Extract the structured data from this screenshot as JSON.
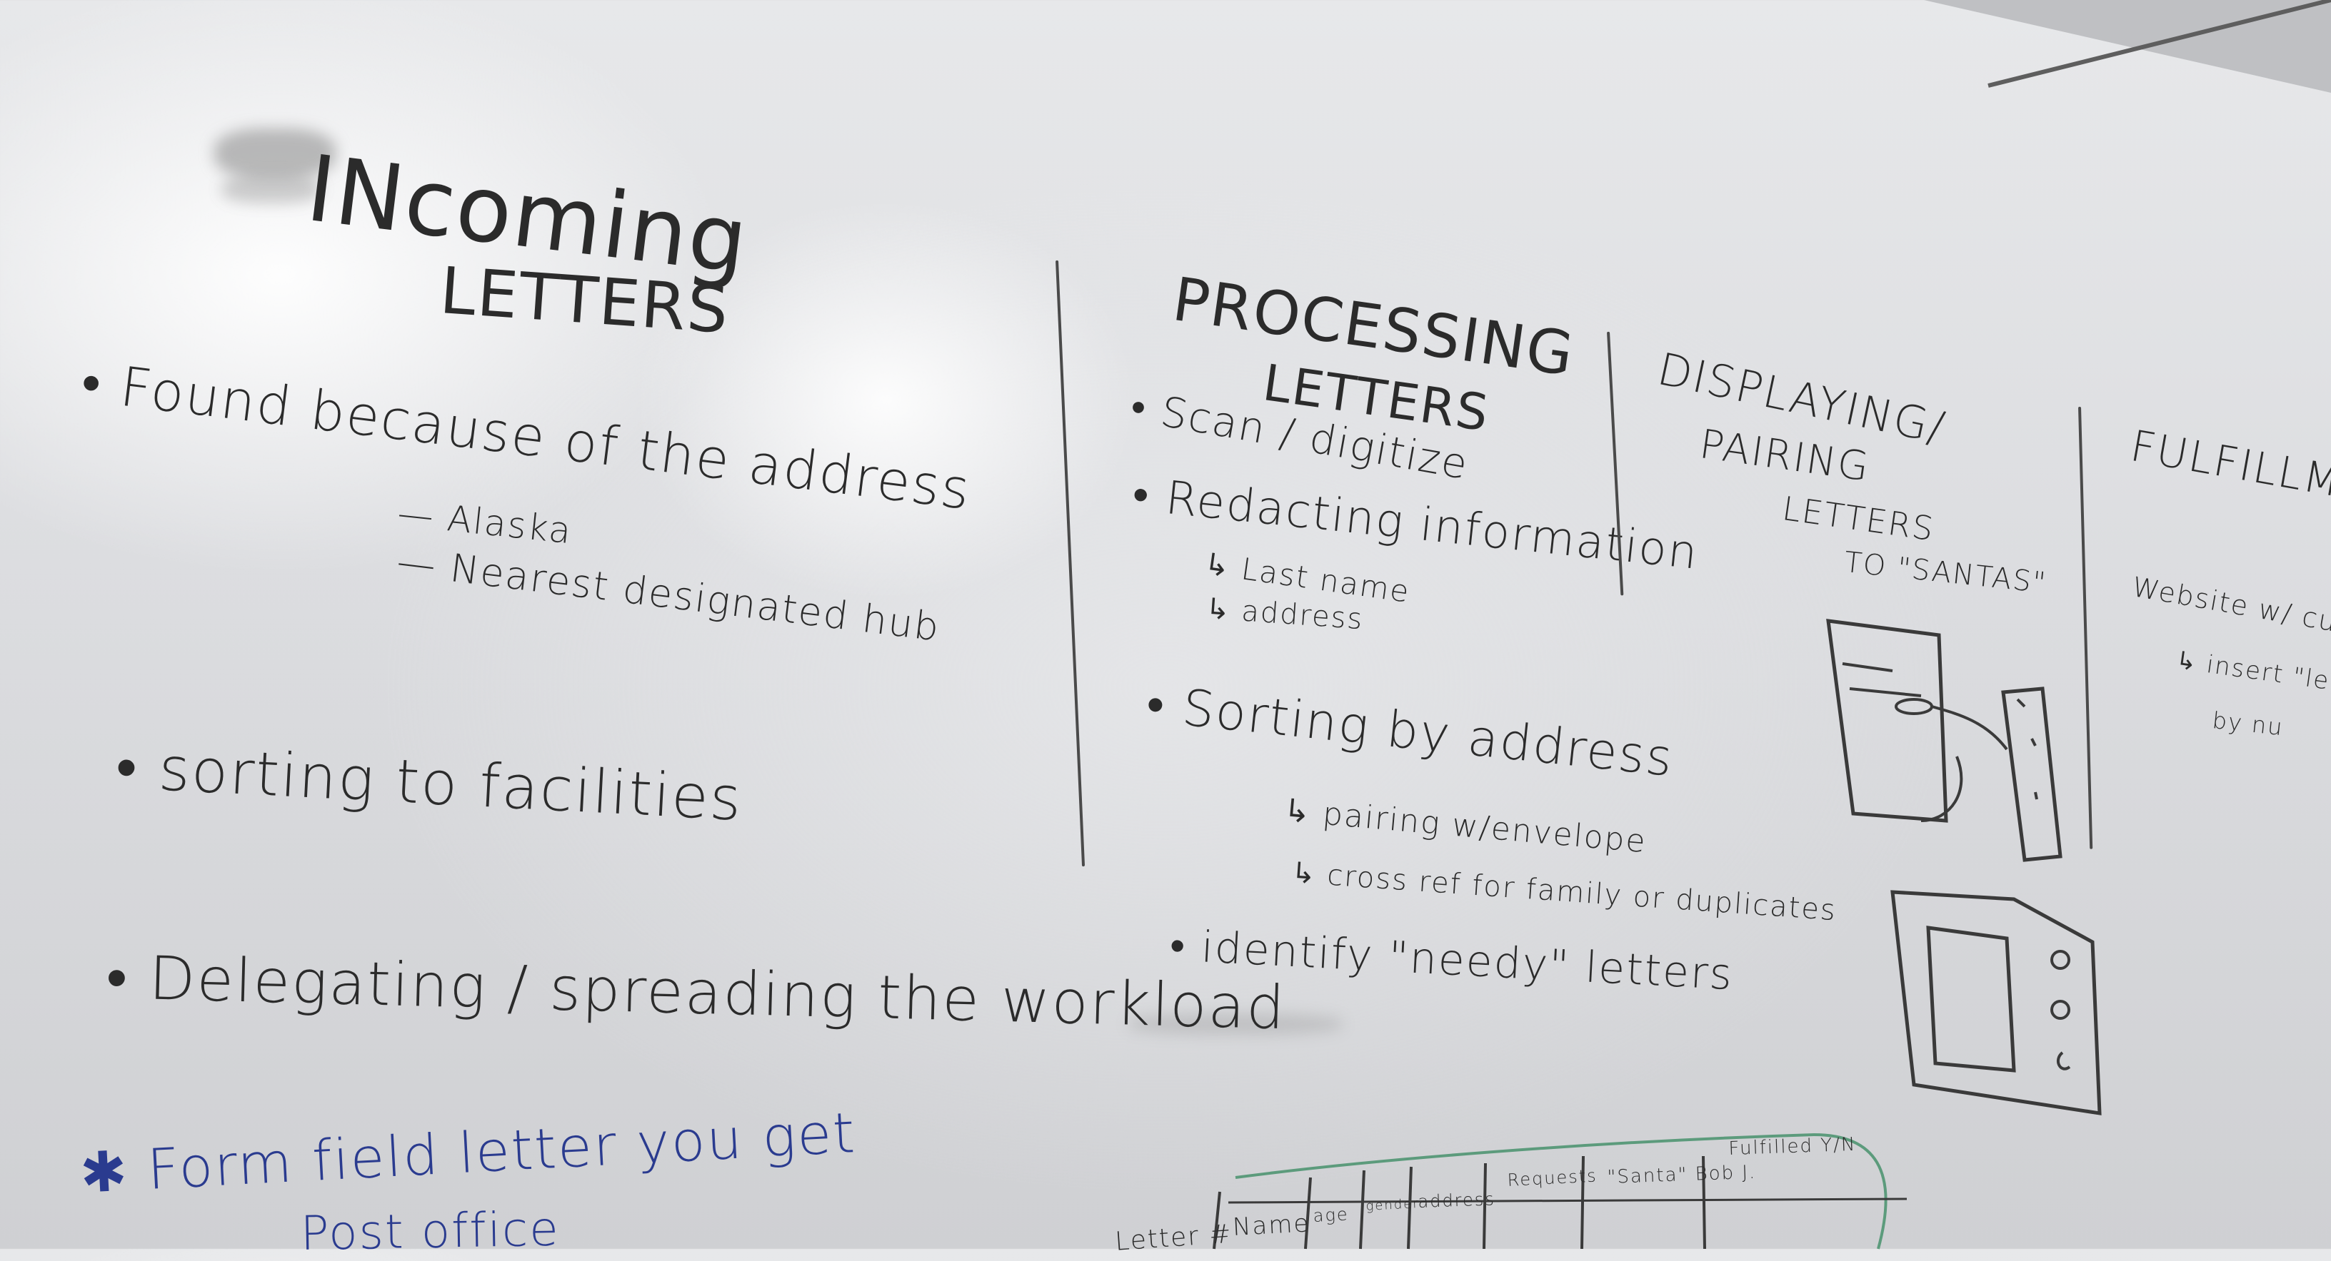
{
  "columns": {
    "incoming": {
      "title_line1": "INcoming",
      "title_line2": "LETTERS",
      "bullets": [
        "• Found because of the address",
        "— Alaska",
        "— Nearest designated hub",
        "• sorting to facilities",
        "• Delegating / spreading the workload"
      ],
      "blue_note_line1": "Form field letter you get",
      "blue_note_line2": "Post office"
    },
    "processing": {
      "title_line1": "PROCESSING",
      "title_line2": "LETTERS",
      "bullets": [
        "• Scan / digitize",
        "• Redacting information",
        "↳ Last name",
        "↳ address",
        "• Sorting by address",
        "↳ pairing w/envelope",
        "↳ cross ref for family or duplicates",
        "• identify \"needy\" letters"
      ]
    },
    "displaying": {
      "title_line1": "DISPLAYING/",
      "title_line2": "PAIRING",
      "title_line3": "LETTERS",
      "title_line4": "TO \"SANTAS\""
    },
    "fulfillment": {
      "title": "FULFILLMENT",
      "bullets": [
        "Website w/ cura",
        "↳ insert \"letter",
        "by nu"
      ]
    }
  },
  "table_sketch": {
    "headers": [
      "Letter #",
      "Name",
      "age",
      "gender",
      "address",
      "Requests",
      "\"Santa\" Bob J.",
      "Fulfilled Y/N"
    ]
  },
  "colors": {
    "marker_black": "#2b2b2b",
    "marker_blue": "#2a3b8f",
    "marker_green": "#5c9b7c",
    "marker_red": "#8a2d2d"
  }
}
